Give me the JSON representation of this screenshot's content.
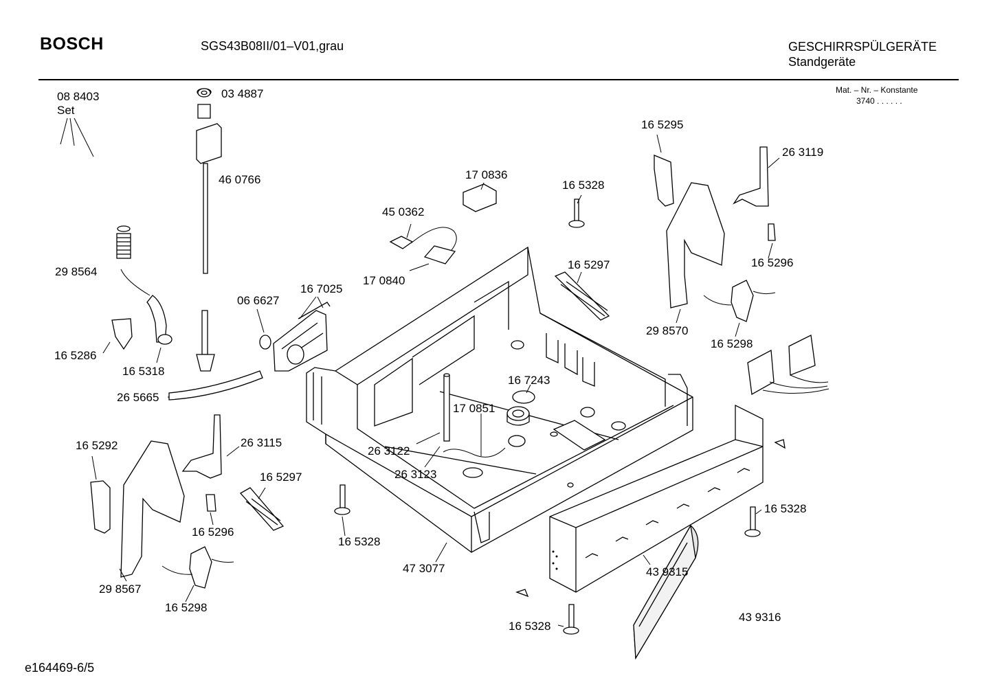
{
  "header": {
    "brand": "BOSCH",
    "model": "SGS43B08II/01–V01,grau",
    "category_line1": "GESCHIRRSPÜLGERÄTE",
    "category_line2": "Standgeräte",
    "mat_label": "Mat. – Nr. – Konstante",
    "mat_value": "3740 .  .    .  .  .  ."
  },
  "footer": {
    "doc_id": "e164469-6/5"
  },
  "labels": {
    "set_number": "08 8403",
    "set_word": "Set",
    "p034887": "03 4887",
    "p460766": "46 0766",
    "p298564": "29 8564",
    "p165286": "16 5286",
    "p165318": "16 5318",
    "p265665": "26 5665",
    "p066627": "06 6627",
    "p167025": "16 7025",
    "p450362": "45 0362",
    "p170836": "17 0836",
    "p170840": "17 0840",
    "p165328_top": "16 5328",
    "p165297_right": "16 5297",
    "p165295": "16 5295",
    "p263119": "26 3119",
    "p165296_right": "16 5296",
    "p298570": "29 8570",
    "p165298_right": "16 5298",
    "p167243": "16 7243",
    "p170851": "17 0851",
    "p263122": "26 3122",
    "p263123": "26 3123",
    "p165292": "16 5292",
    "p263115": "26 3115",
    "p165297_left": "16 5297",
    "p165296_left": "16 5296",
    "p298567": "29 8567",
    "p165298_left": "16 5298",
    "p165328_mid": "16 5328",
    "p473077": "47 3077",
    "p165328_right": "16 5328",
    "p439315": "43 9315",
    "p165328_bottom": "16 5328",
    "p439316": "43 9316"
  }
}
